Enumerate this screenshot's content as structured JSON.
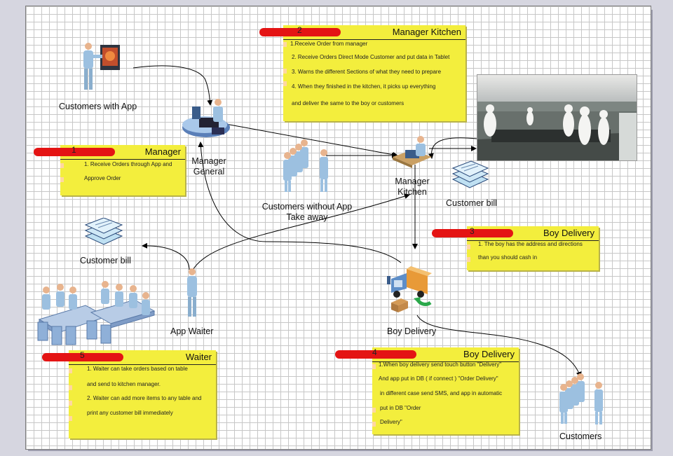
{
  "notes": {
    "manager_kitchen": {
      "number": "2",
      "title": "Manager Kitchen",
      "lines": [
        "1.Receive Order from manager",
        "2. Receive Orders Direct Mode Customer and put data in Tablet",
        "3. Warns the different Sections of what they need to prepare",
        "4. When they finished in the kitchen, it picks up everything",
        "and deliver the same to the boy or customers"
      ]
    },
    "manager": {
      "number": "1",
      "title": "Manager",
      "lines": [
        "1. Receive Orders through App and",
        "Approve Order"
      ]
    },
    "boy_delivery_top": {
      "number": "3",
      "title": "Boy Delivery",
      "lines": [
        "1. The boy has the address and directions",
        "than you should cash in"
      ]
    },
    "waiter": {
      "number": "5",
      "title": "Waiter",
      "lines": [
        "1. Waiter can take orders based  on table",
        "and send to kitchen manager.",
        "2. Waiter can add more items to any table and",
        "print any customer bill immediately"
      ]
    },
    "boy_delivery_bottom": {
      "number": "4",
      "title": "Boy Delivery",
      "lines": [
        "1.When boy delivery send touch button \"Delivery\"",
        "And app put in DB  ( if connect ) \"Order Delivery\"",
        "in different case  send SMS, and app in automatic",
        "put in DB \"Order",
        "Delivery\""
      ]
    }
  },
  "labels": {
    "customers_with_app": "Customers  with App",
    "manager_general": [
      "Manager",
      "General"
    ],
    "customers_without_app": [
      "Customers without App",
      "Take away"
    ],
    "manager_kitchen": [
      "Manager",
      "Kitchen"
    ],
    "customer_bill_right": "Customer bill",
    "customer_bill_left": "Customer bill",
    "app_waiter": "App Waiter",
    "boy_delivery": "Boy Delivery",
    "customers": "Customers"
  },
  "colors": {
    "note_bg": "#f3ee3d",
    "accent_bar": "#e41414",
    "person": "#9cc0e0",
    "grid": "#c7c7c7"
  }
}
